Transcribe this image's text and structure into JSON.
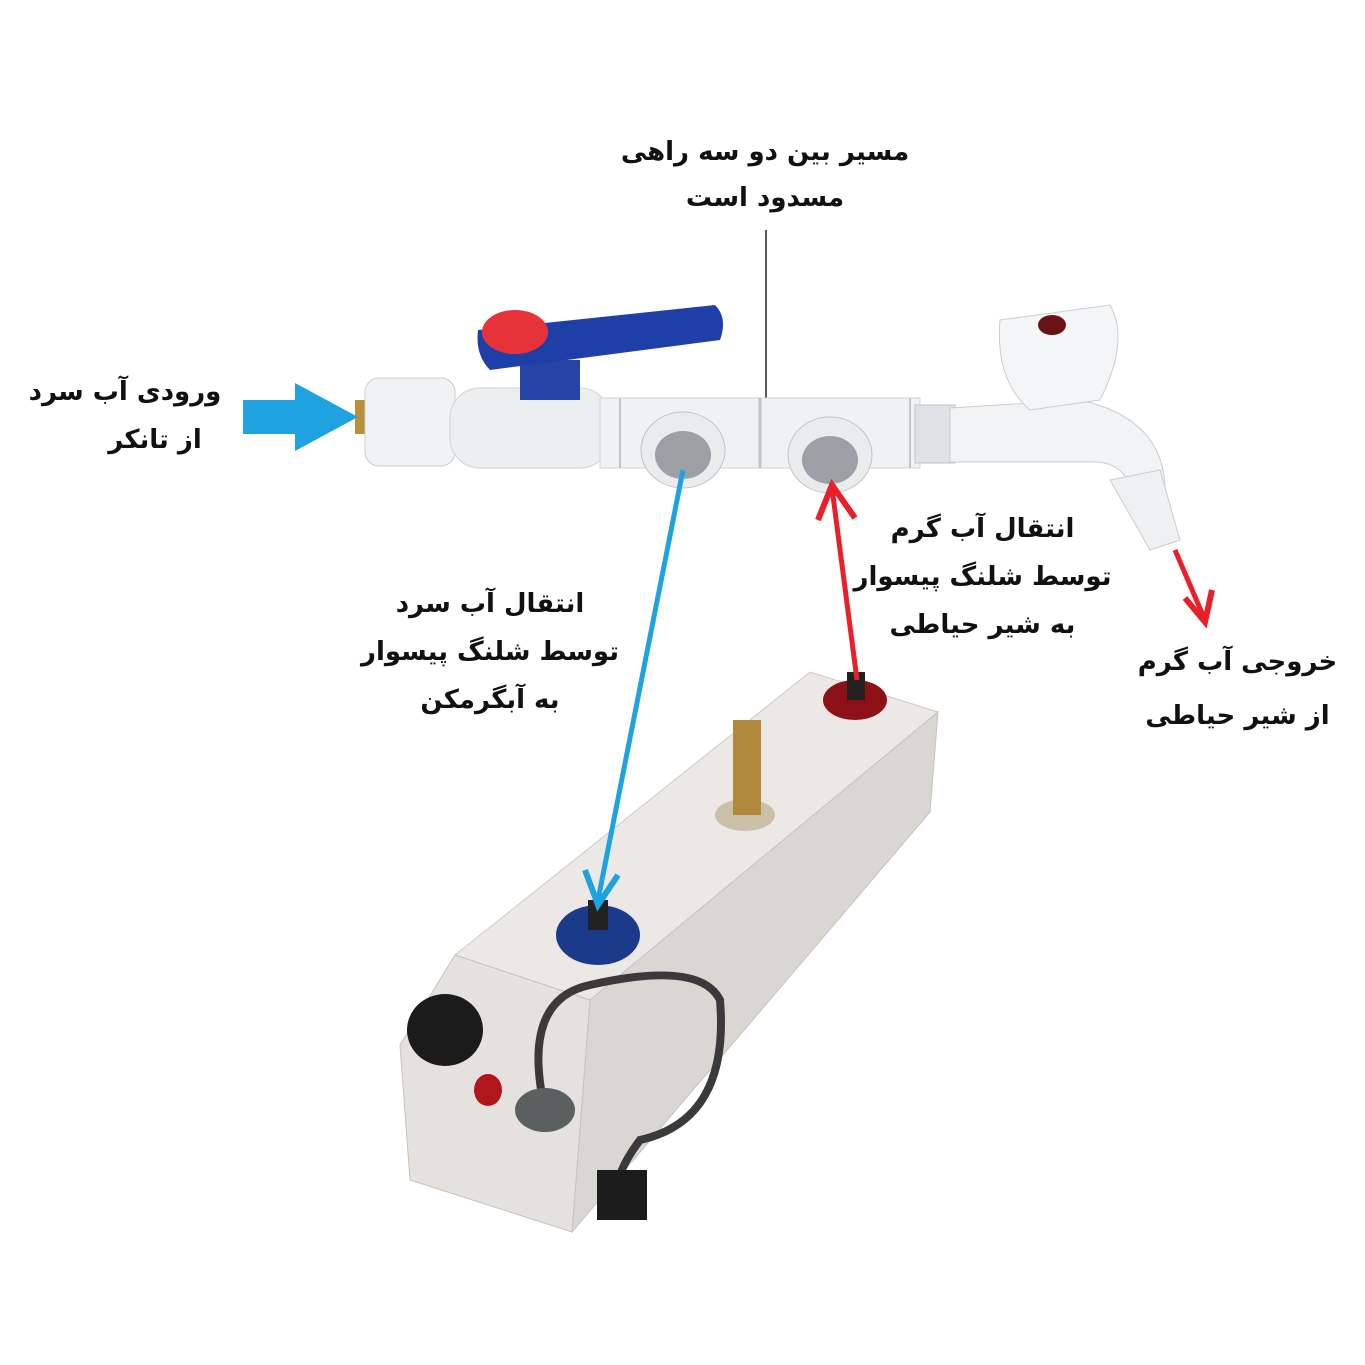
{
  "labels": {
    "blocked_path": {
      "line1": "مسیر بین دو سه راهی",
      "line2": "مسدود است"
    },
    "cold_inlet": {
      "line1": "ورودی آب سرد",
      "line2": "از تانکر"
    },
    "cold_transfer": {
      "line1": "انتقال آب سرد",
      "line2": "توسط شلنگ پیسوار",
      "line3": "به آبگرمکن"
    },
    "hot_transfer": {
      "line1": "انتقال آب گرم",
      "line2": "توسط شلنگ پیسوار",
      "line3": "به شیر حیاطی"
    },
    "hot_outlet": {
      "line1": "خروجی آب گرم",
      "line2": "از شیر حیاطی"
    }
  },
  "colors": {
    "cold": "#1ea3e0",
    "hot": "#e8202a",
    "valve_handle": "#1f3fa8",
    "pipe": "#eef0f2",
    "heater": "#e9e6e2"
  }
}
